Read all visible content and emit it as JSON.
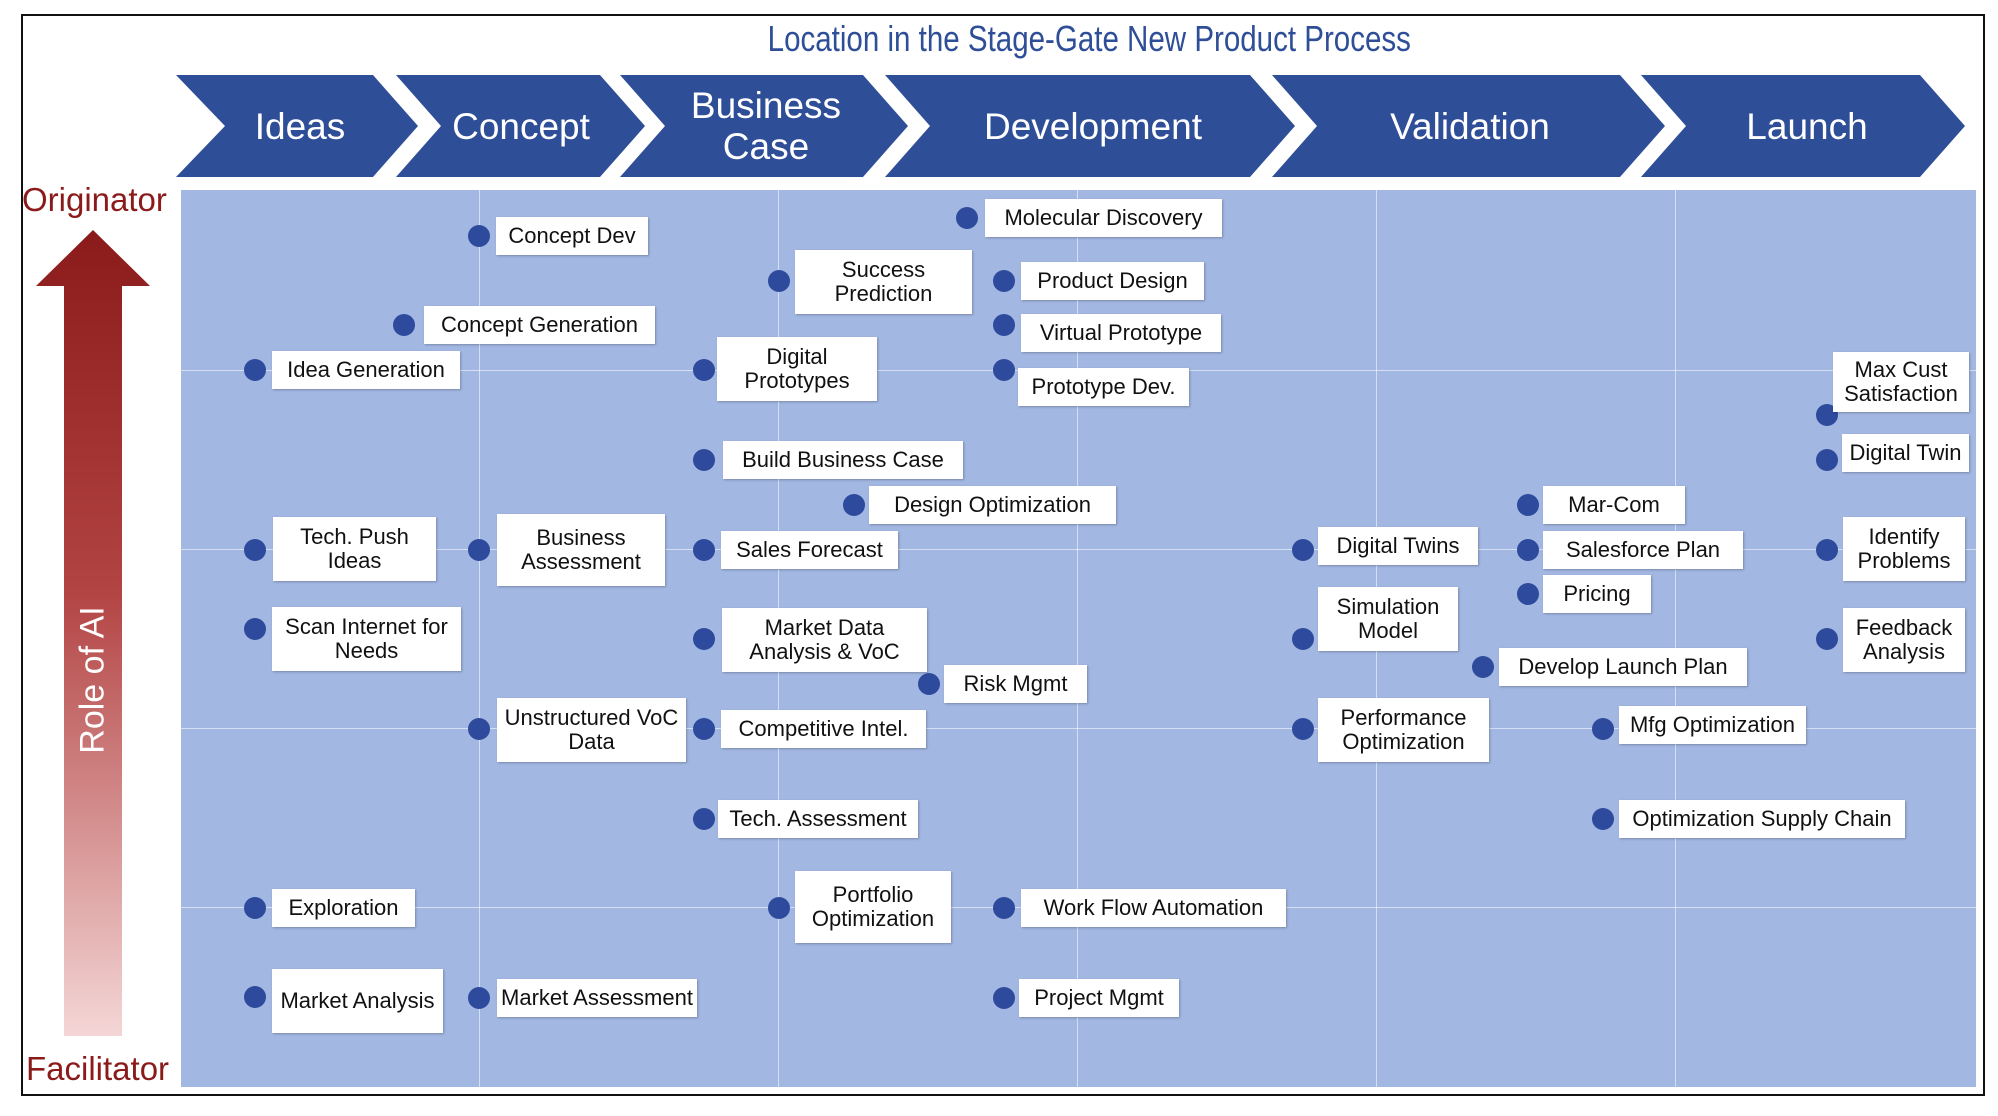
{
  "title": "Location in the Stage-Gate New Product Process",
  "stages": [
    "Ideas",
    "Concept",
    "Business Case",
    "Development",
    "Validation",
    "Launch"
  ],
  "axis": {
    "top_label": "Originator",
    "bottom_label": "Facilitator",
    "role_label": "Role of AI"
  },
  "colors": {
    "chevron": "#2f4e98",
    "plot_bg": "#a2b7e2",
    "dot": "#2e4a9c",
    "arrow_top": "#8b1a1a",
    "arrow_bottom": "#f4d6d6"
  },
  "items": [
    "Concept Dev",
    "Molecular Discovery",
    "Success Prediction",
    "Product Design",
    "Concept Generation",
    "Virtual Prototype",
    "Idea Generation",
    "Digital Prototypes",
    "Prototype Dev.",
    "Max Cust Satisfaction",
    "Digital Twin",
    "Build Business Case",
    "Design Optimization",
    "Mar-Com",
    "Tech. Push Ideas",
    "Business Assessment",
    "Sales Forecast",
    "Digital Twins",
    "Salesforce Plan",
    "Identify Problems",
    "Pricing",
    "Scan Internet for Needs",
    "Market Data Analysis & VoC",
    "Simulation Model",
    "Feedback Analysis",
    "Develop Launch Plan",
    "Risk Mgmt",
    "Unstructured VoC Data",
    "Competitive Intel.",
    "Performance Optimization",
    "Mfg Optimization",
    "Tech. Assessment",
    "Optimization Supply Chain",
    "Exploration",
    "Portfolio Optimization",
    "Work Flow Automation",
    "Market Analysis",
    "Market Assessment",
    "Project Mgmt"
  ]
}
